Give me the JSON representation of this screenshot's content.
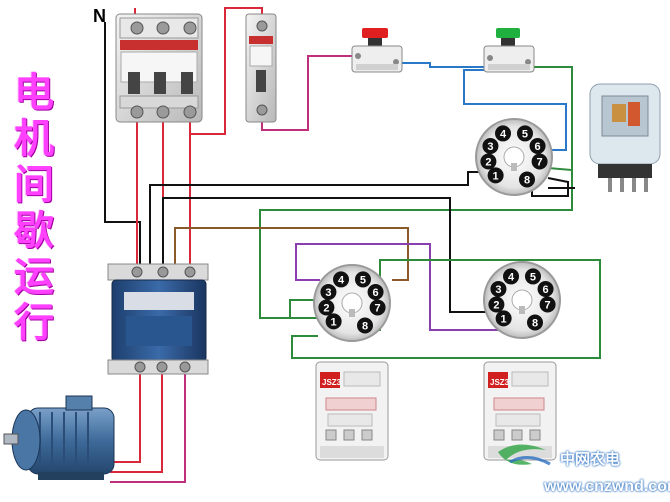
{
  "title_chars": [
    "电",
    "机",
    "间",
    "歇",
    "运",
    "行"
  ],
  "neutral_label": "N",
  "socket_pins": [
    "1",
    "2",
    "3",
    "4",
    "5",
    "6",
    "7",
    "8"
  ],
  "timer_brand": "JSZ3",
  "watermark": {
    "site_name": "中网农电",
    "url": "www.cnzwnd.com"
  },
  "colors": {
    "title": "#ff40ff",
    "wire_red": "#d8283a",
    "wire_black": "#111111",
    "wire_green": "#2e8b3c",
    "wire_purple": "#8a3fb0",
    "wire_brown": "#8b5a2b",
    "wire_blue": "#2a78c8",
    "wire_pink": "#c0307a"
  },
  "components": [
    {
      "name": "breaker-3p"
    },
    {
      "name": "breaker-1p"
    },
    {
      "name": "stop-button",
      "cap_color": "#e02020"
    },
    {
      "name": "start-button",
      "cap_color": "#20b040"
    },
    {
      "name": "relay-socket"
    },
    {
      "name": "relay"
    },
    {
      "name": "contactor"
    },
    {
      "name": "timer-socket-1"
    },
    {
      "name": "timer-socket-2"
    },
    {
      "name": "timer-1"
    },
    {
      "name": "timer-2"
    },
    {
      "name": "motor"
    }
  ]
}
